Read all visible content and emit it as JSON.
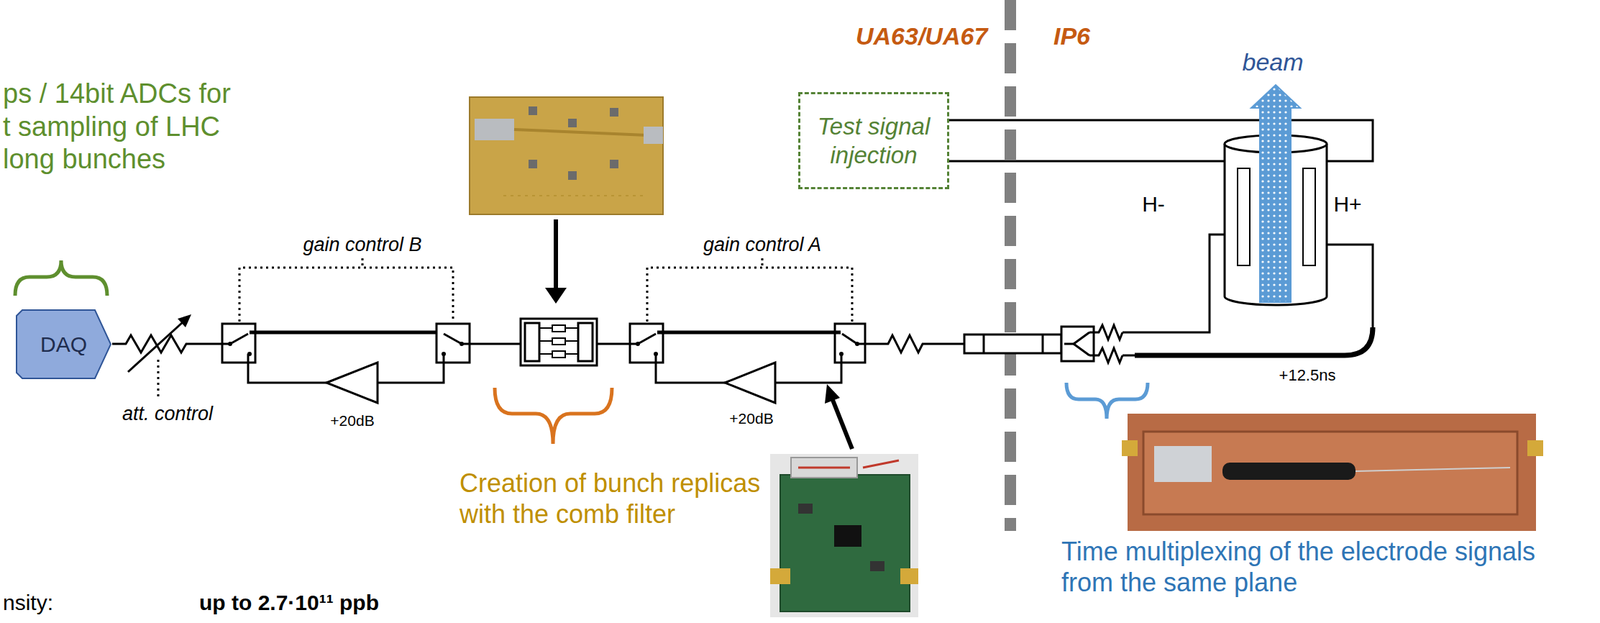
{
  "diagram": {
    "nodes": [
      {
        "text": [
          "DAQ"
        ]
      },
      {
        "text": [
          "Test signal injection"
        ]
      }
    ],
    "labels": [
      "ps / 14bit ADCs for t sampling of LHC long bunches",
      "gain control B",
      "att. control",
      "+20dB",
      "Creation of bunch replicas with the comb filter",
      "gain control A",
      "+20dB",
      "UA63/UA67",
      "IP6",
      "beam",
      "H-",
      "H+",
      "+12.5ns",
      "Time multiplexing of the electrode signals from the same plane",
      "nsity:",
      "up to 2.7·10¹¹ ppb"
    ]
  }
}
